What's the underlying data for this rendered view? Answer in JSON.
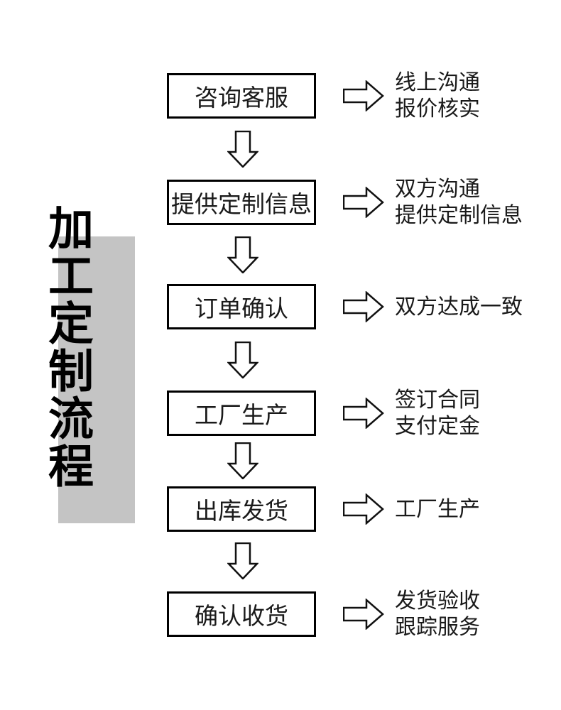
{
  "title": {
    "text": "加工定制流程"
  },
  "colors": {
    "ink": "#111111",
    "title_text": "#000000",
    "title_accent_bg": "#c4c4c4",
    "background": "#ffffff"
  },
  "icons": {
    "down_arrow": "hollow-block-arrow-down",
    "right_arrow": "hollow-block-arrow-right"
  },
  "steps": [
    {
      "box": "咨询客服",
      "note": "线上沟通\n报价核实"
    },
    {
      "box": "提供定制信息",
      "note": "双方沟通\n提供定制信息"
    },
    {
      "box": "订单确认",
      "note": "双方达成一致"
    },
    {
      "box": "工厂生产",
      "note": "签订合同\n支付定金"
    },
    {
      "box": "出库发货",
      "note": "工厂生产"
    },
    {
      "box": "确认收货",
      "note": "发货验收\n跟踪服务"
    }
  ]
}
